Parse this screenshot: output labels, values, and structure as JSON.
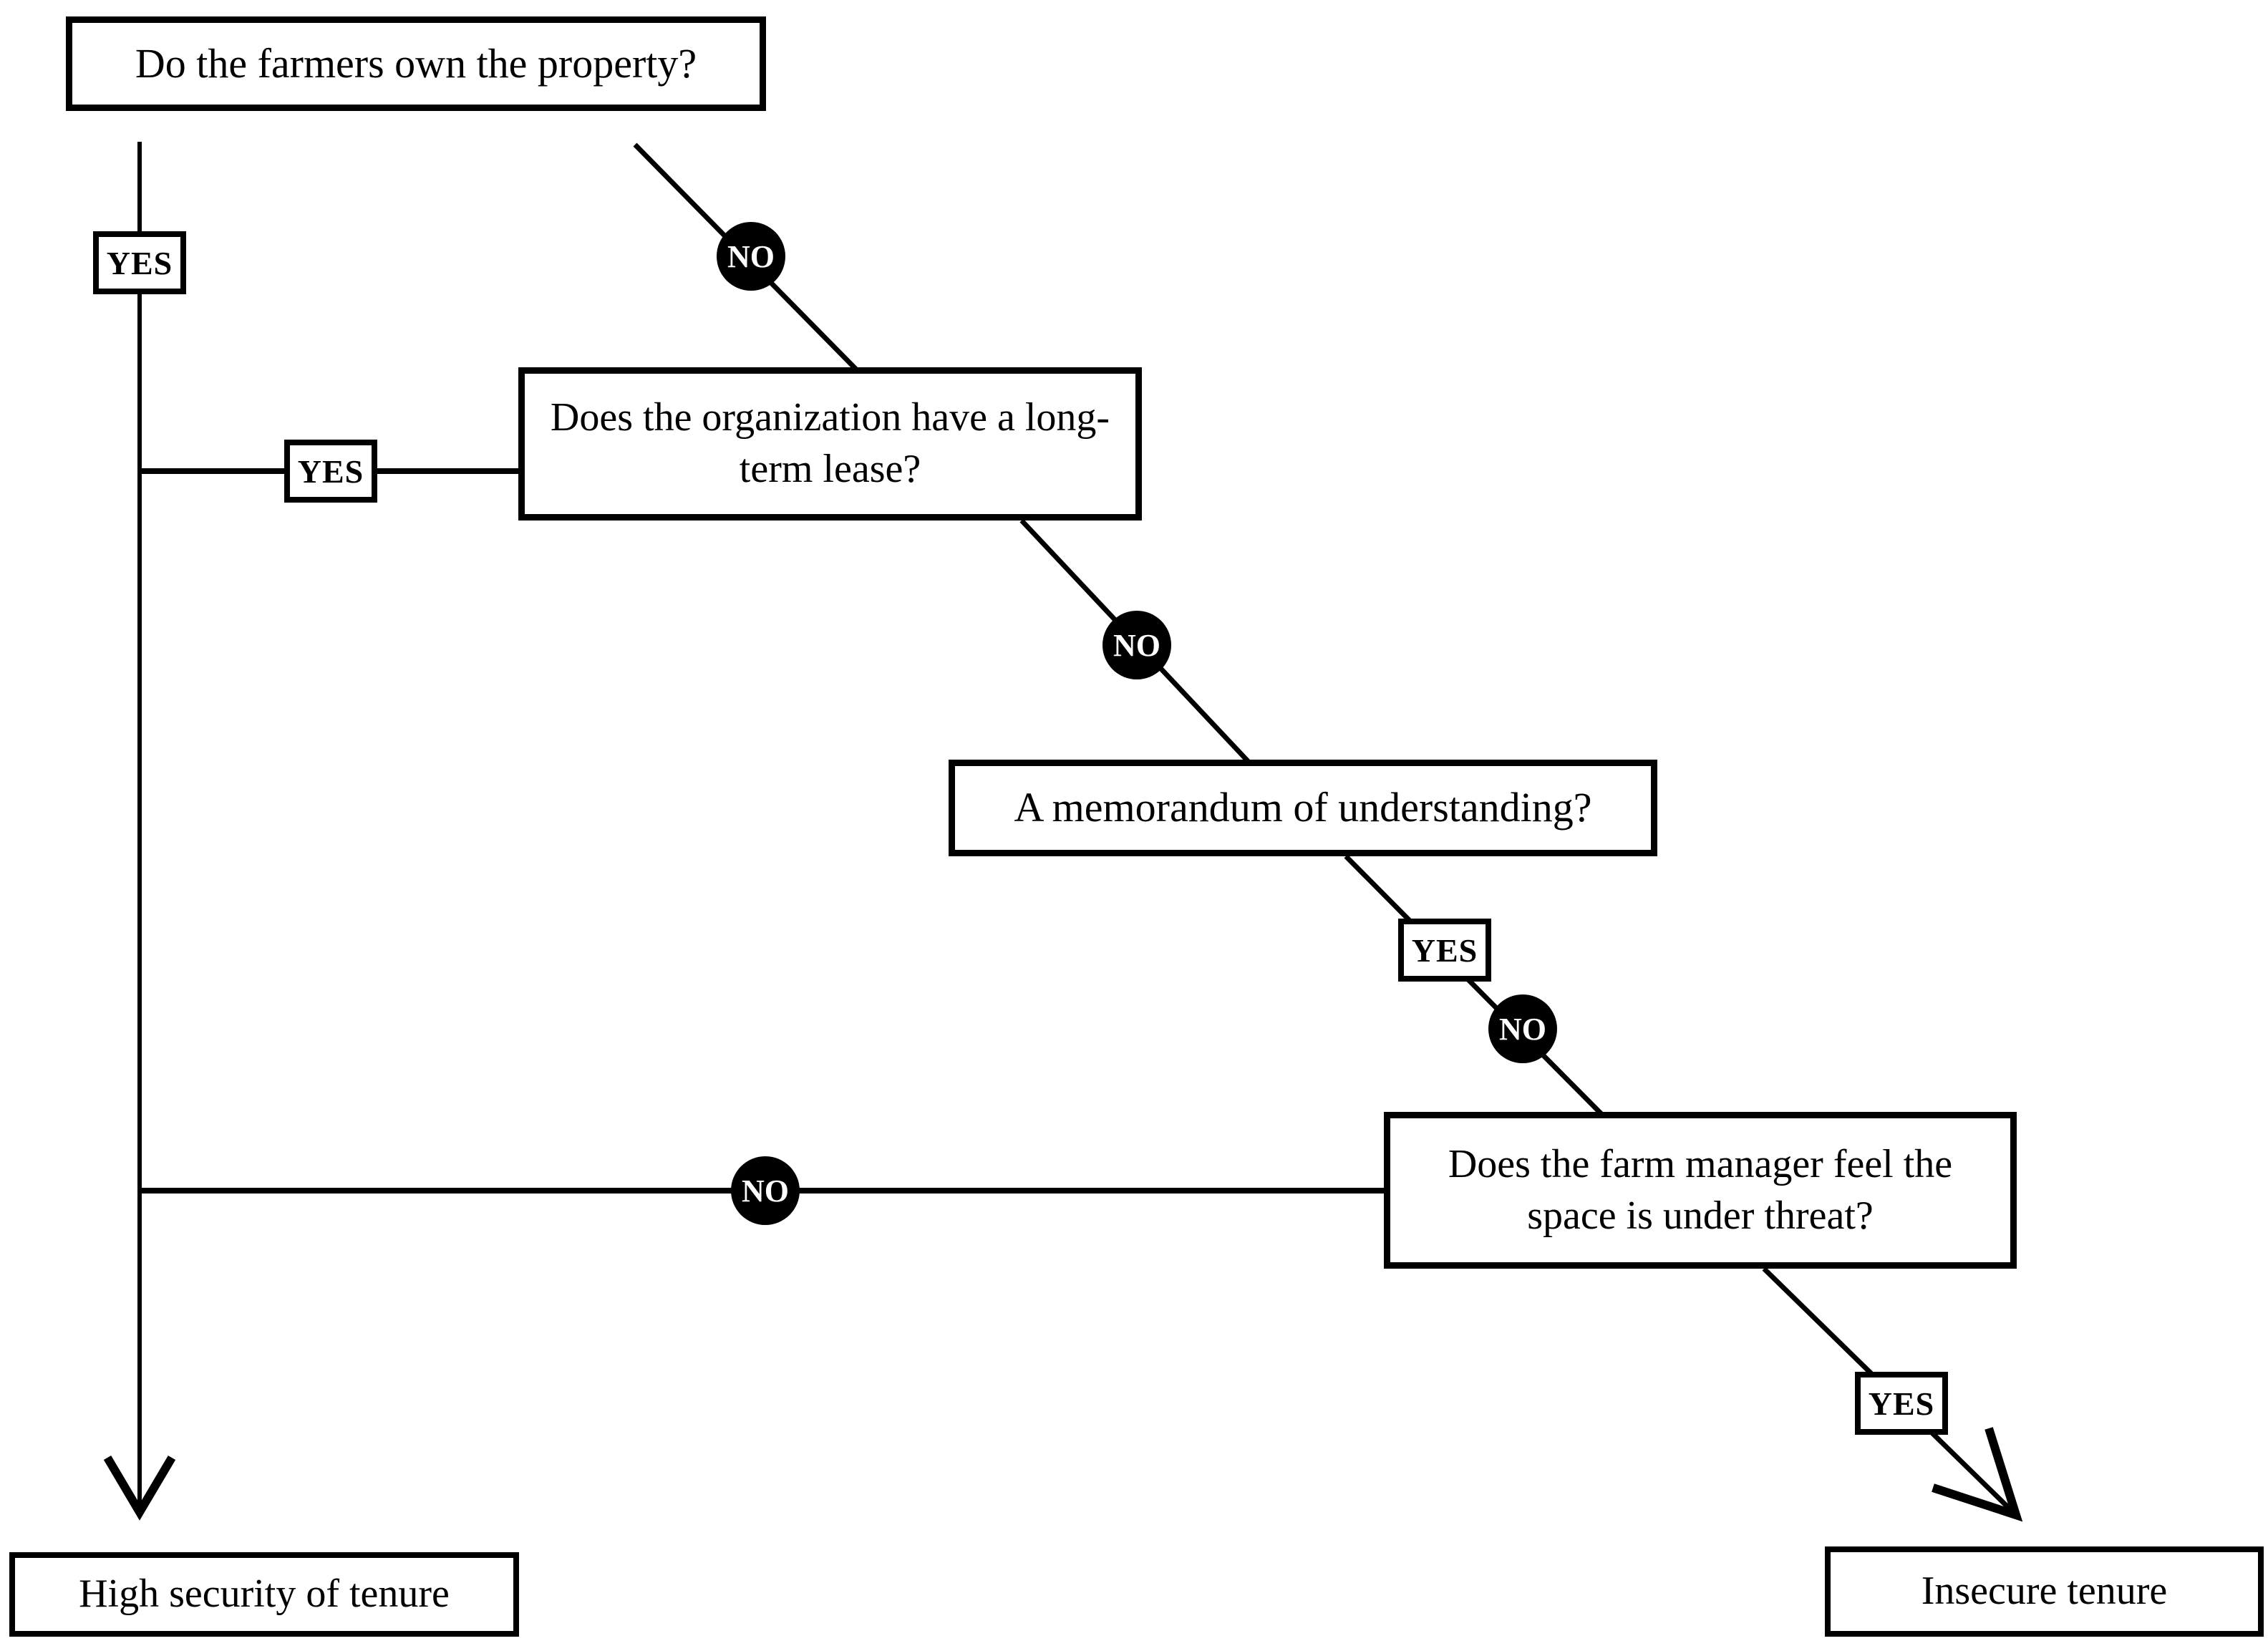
{
  "diagram": {
    "type": "decision-flowchart",
    "nodes": {
      "q1": {
        "label": "Do the farmers own the property?"
      },
      "q2": {
        "label": "Does the organization have a long-term lease?"
      },
      "q3": {
        "label": "A memorandum of understanding?"
      },
      "q4": {
        "label": "Does the farm manager feel the space is under threat?"
      },
      "outcome_high": {
        "label": "High security of tenure"
      },
      "outcome_insecure": {
        "label": "Insecure tenure"
      }
    },
    "edges": [
      {
        "from": "q1",
        "to": "outcome_high",
        "label": "YES"
      },
      {
        "from": "q1",
        "to": "q2",
        "label": "NO"
      },
      {
        "from": "q2",
        "to": "outcome_high",
        "label": "YES"
      },
      {
        "from": "q2",
        "to": "q3",
        "label": "NO"
      },
      {
        "from": "q3",
        "to": "q4",
        "label": "YES"
      },
      {
        "from": "q3",
        "to": "q4",
        "label": "NO"
      },
      {
        "from": "q4",
        "to": "outcome_high",
        "label": "NO"
      },
      {
        "from": "q4",
        "to": "outcome_insecure",
        "label": "YES"
      }
    ],
    "colors": {
      "ink": "#000000",
      "background": "#ffffff",
      "no_badge_background": "#000000",
      "no_badge_text": "#ffffff"
    }
  }
}
